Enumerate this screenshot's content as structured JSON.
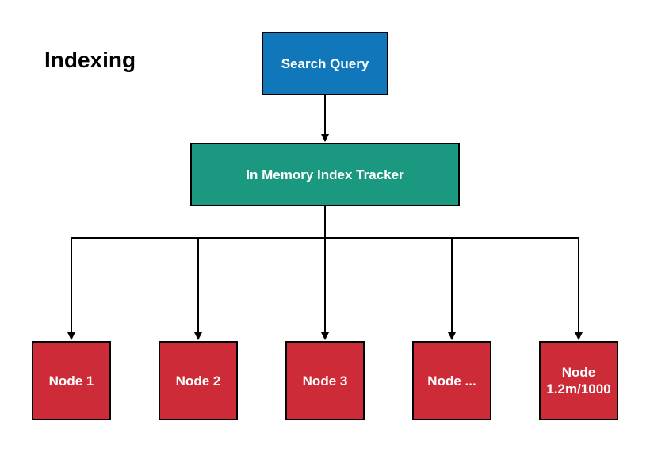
{
  "diagram": {
    "title": "Indexing",
    "nodes": {
      "search_query": "Search Query",
      "index_tracker": "In Memory Index Tracker",
      "node_1": "Node 1",
      "node_2": "Node 2",
      "node_3": "Node 3",
      "node_etc": "Node ...",
      "node_last": "Node\n1.2m/1000"
    },
    "edges": [
      [
        "search_query",
        "index_tracker"
      ],
      [
        "index_tracker",
        "node_1"
      ],
      [
        "index_tracker",
        "node_2"
      ],
      [
        "index_tracker",
        "node_3"
      ],
      [
        "index_tracker",
        "node_etc"
      ],
      [
        "index_tracker",
        "node_last"
      ]
    ]
  },
  "colors": {
    "search_query_fill": "#1177BB",
    "index_tracker_fill": "#1A9880",
    "node_fill": "#CC2B37",
    "border": "#000000",
    "text": "#FFFFFF"
  }
}
